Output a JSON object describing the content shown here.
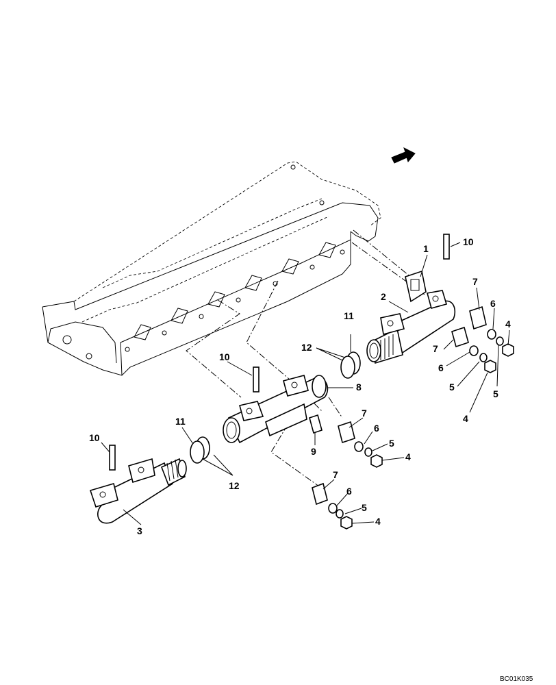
{
  "figure_code": "BC01K035",
  "callouts": [
    {
      "id": "c1",
      "text": "1"
    },
    {
      "id": "c2",
      "text": "2"
    },
    {
      "id": "c3",
      "text": "3"
    },
    {
      "id": "c4a",
      "text": "4"
    },
    {
      "id": "c4b",
      "text": "4"
    },
    {
      "id": "c4c",
      "text": "4"
    },
    {
      "id": "c4d",
      "text": "4"
    },
    {
      "id": "c5a",
      "text": "5"
    },
    {
      "id": "c5b",
      "text": "5"
    },
    {
      "id": "c5c",
      "text": "5"
    },
    {
      "id": "c5d",
      "text": "5"
    },
    {
      "id": "c6a",
      "text": "6"
    },
    {
      "id": "c6b",
      "text": "6"
    },
    {
      "id": "c6c",
      "text": "6"
    },
    {
      "id": "c6d",
      "text": "6"
    },
    {
      "id": "c7a",
      "text": "7"
    },
    {
      "id": "c7b",
      "text": "7"
    },
    {
      "id": "c7c",
      "text": "7"
    },
    {
      "id": "c7d",
      "text": "7"
    },
    {
      "id": "c8",
      "text": "8"
    },
    {
      "id": "c9",
      "text": "9"
    },
    {
      "id": "c10a",
      "text": "10"
    },
    {
      "id": "c10b",
      "text": "10"
    },
    {
      "id": "c10c",
      "text": "10"
    },
    {
      "id": "c11a",
      "text": "11"
    },
    {
      "id": "c11b",
      "text": "11"
    },
    {
      "id": "c12a",
      "text": "12"
    },
    {
      "id": "c12b",
      "text": "12"
    }
  ],
  "direction_arrow": "front-arrow-icon"
}
